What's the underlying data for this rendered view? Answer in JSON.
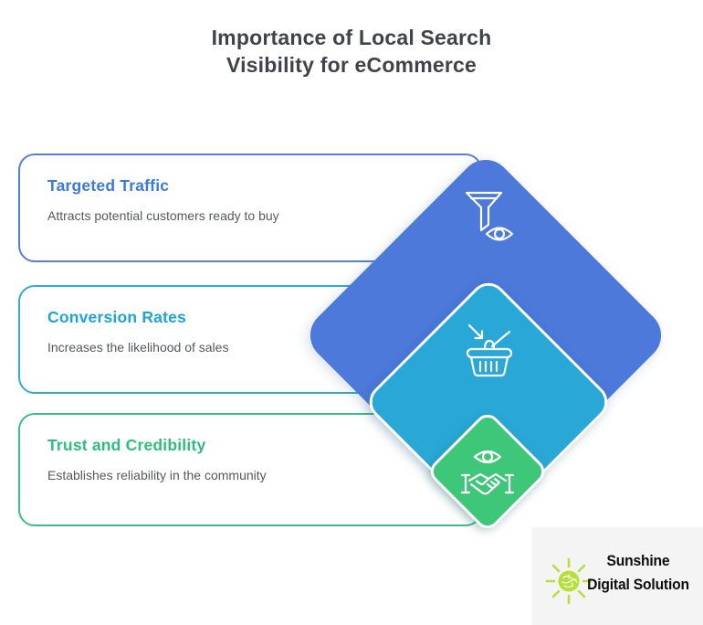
{
  "title": {
    "line1": "Importance of Local Search",
    "line2": "Visibility for eCommerce"
  },
  "cards": [
    {
      "title": "Targeted Traffic",
      "description": "Attracts potential customers ready to buy",
      "accent_color": "#3b79dd",
      "border_color": "#557fd8"
    },
    {
      "title": "Conversion Rates",
      "description": "Increases the likelihood of sales",
      "accent_color": "#1ca5d4",
      "border_color": "#35a9d6"
    },
    {
      "title": "Trust and Credibility",
      "description": "Establishes reliability in the community",
      "accent_color": "#2dbe7d",
      "border_color": "#3fbc87"
    }
  ],
  "diamonds": [
    {
      "label": "targeted-traffic",
      "fill_color": "#4d79da",
      "icon": "funnel-eye-icon"
    },
    {
      "label": "conversion-rates",
      "fill_color": "#29a8d8",
      "icon": "basket-arrow-icon"
    },
    {
      "label": "trust-credibility",
      "fill_color": "#3ec778",
      "icon": "handshake-eye-icon"
    }
  ],
  "logo": {
    "line1": "Sunshine",
    "line2": "Digital Solution",
    "sun_color": "#b5e03c"
  }
}
